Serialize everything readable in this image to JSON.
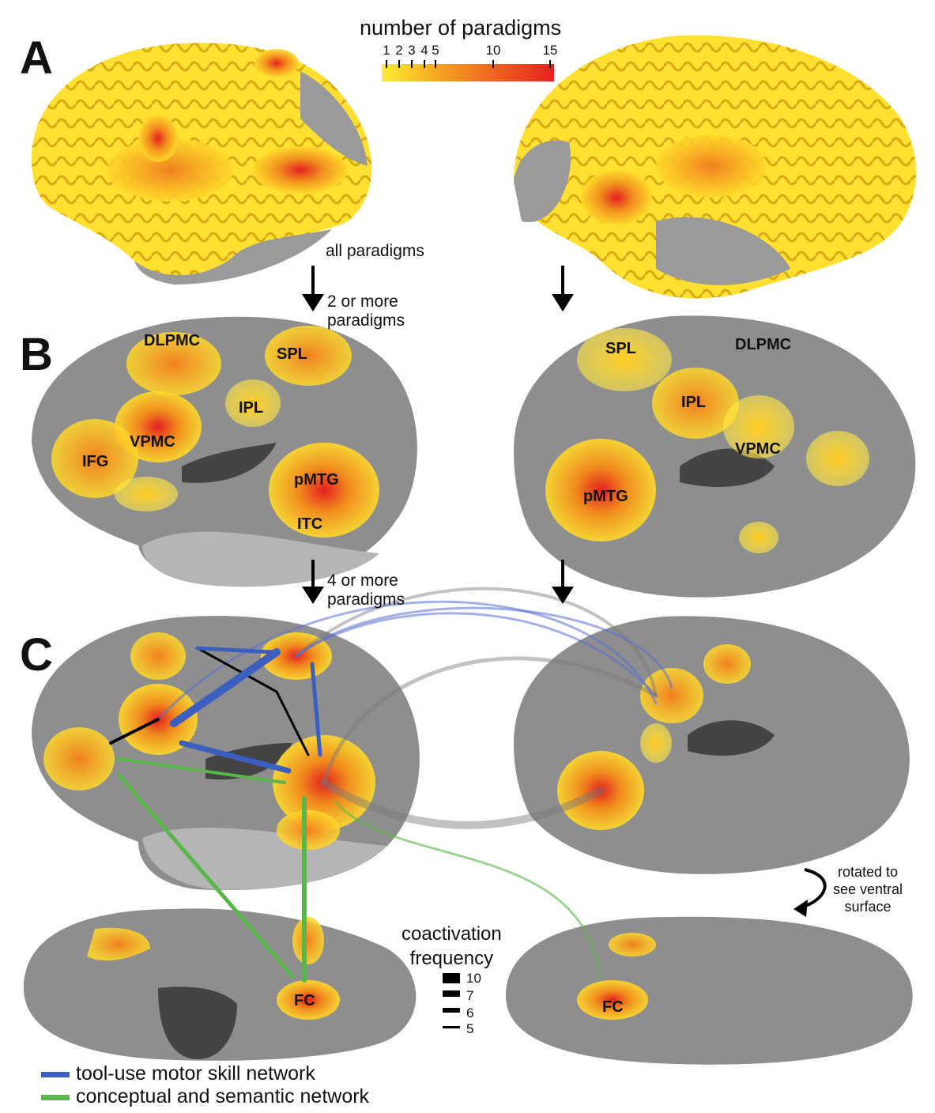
{
  "panels": {
    "a": "A",
    "b": "B",
    "c": "C"
  },
  "colorbar": {
    "title": "number of paradigms",
    "ticks": [
      "1",
      "2",
      "3",
      "4",
      "5",
      "10",
      "15"
    ],
    "colors": [
      "#ffee33",
      "#f5a020",
      "#e42020"
    ]
  },
  "notes": {
    "all": "all paradigms",
    "two_more": [
      "2 or more",
      "paradigms"
    ],
    "four_more": [
      "4 or more",
      "paradigms"
    ],
    "rotated": [
      "rotated to",
      "see ventral",
      "surface"
    ]
  },
  "regions_b_left": [
    "DLPMC",
    "SPL",
    "IPL",
    "VPMC",
    "IFG",
    "pMTG",
    "ITC"
  ],
  "regions_b_right": [
    "SPL",
    "DLPMC",
    "IPL",
    "VPMC",
    "pMTG"
  ],
  "regions_c": [
    "FC",
    "FC"
  ],
  "coactivation": {
    "title": [
      "coactivation",
      "frequency"
    ],
    "levels": [
      "10",
      "7",
      "6",
      "5"
    ]
  },
  "legend": {
    "blue": {
      "label": "tool-use motor skill network",
      "color": "#3a5fbf"
    },
    "green": {
      "label": "conceptual and semantic network",
      "color": "#5ab54a"
    }
  },
  "colors": {
    "gray_surface": "#8e8e8e",
    "dark_sulcus": "#555555",
    "light_gray": "#b5b5b5"
  }
}
